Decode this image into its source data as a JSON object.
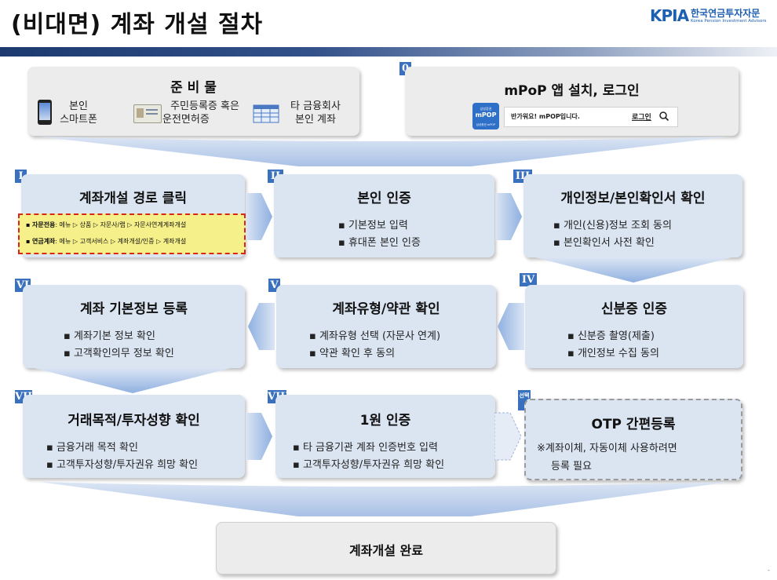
{
  "page": {
    "title": "(비대면) 계좌 개설 절차",
    "logo_mark": "KPIA",
    "logo_ko": "한국연금투자자문",
    "logo_en": "Korea Pension Investment Advisors",
    "page_number": "-"
  },
  "prep": {
    "title": "준 비 물",
    "items": [
      {
        "line1": "본인",
        "line2": "스마트폰",
        "icon": "smartphone-icon"
      },
      {
        "line1": "주민등록증 혹은",
        "line2": "운전면허증",
        "icon": "id-card-icon"
      },
      {
        "line1": "타 금융회사",
        "line2": "본인 계좌",
        "icon": "bank-account-icon"
      }
    ]
  },
  "step0": {
    "badge": "0",
    "title": "mPoP 앱 설치, 로그인",
    "app_icon_top": "삼성증권",
    "app_icon_main": "mPOP",
    "app_icon_bottom": "삼성증권 mPOP",
    "welcome": "반가워요! mPOP입니다.",
    "login": "로그인"
  },
  "steps": [
    {
      "badge": "I",
      "title": "계좌개설 경로 클릭",
      "bullets": []
    },
    {
      "badge": "II",
      "title": "본인 인증",
      "bullets": [
        "기본정보 입력",
        "휴대폰 본인 인증"
      ]
    },
    {
      "badge": "III",
      "title": "개인정보/본인확인서 확인",
      "bullets": [
        "개인(신용)정보 조회 동의",
        "본인확인서 사전 확인"
      ]
    },
    {
      "badge": "IV",
      "title": "신분증 인증",
      "bullets": [
        "신분증 촬영(제출)",
        "개인정보 수집 동의"
      ]
    },
    {
      "badge": "V",
      "title": "계좌유형/약관 확인",
      "bullets": [
        "계좌유형 선택 (자문사 연계)",
        "약관 확인 후 동의"
      ]
    },
    {
      "badge": "VI",
      "title": "계좌 기본정보 등록",
      "bullets": [
        "계좌기본 정보 확인",
        "고객확인의무 정보 확인"
      ]
    },
    {
      "badge": "VII",
      "title": "거래목적/투자성향 확인",
      "bullets": [
        "금융거래 목적 확인",
        "고객투자성향/투자권유 희망 확인"
      ]
    },
    {
      "badge": "VIII",
      "title": "1원 인증",
      "bullets": [
        "타 금융기관 계좌 인증번호 입력",
        "고객투자성향/투자권유 희망 확인"
      ]
    }
  ],
  "route": {
    "row1_label": "자문전용",
    "row1_path": ": 메뉴 ▷ 상품 ▷ 자문사/랩 ▷ 자문사연계계좌개설",
    "row2_label": "연금계좌",
    "row2_path": ": 메뉴 ▷ 고객서비스 ▷ 계좌개설/인증 ▷ 계좌개설"
  },
  "otp": {
    "badge": "선택",
    "title": "OTP 간편등록",
    "note1": "※계좌이체, 자동이체 사용하려면",
    "note2": "등록 필요"
  },
  "final": {
    "title": "계좌개설 완료"
  },
  "colors": {
    "accent": "#3a71bf",
    "box_blue": "#dbe5f2",
    "box_gray": "#ececec",
    "highlight": "#f5f08a",
    "highlight_border": "#d9261c"
  }
}
